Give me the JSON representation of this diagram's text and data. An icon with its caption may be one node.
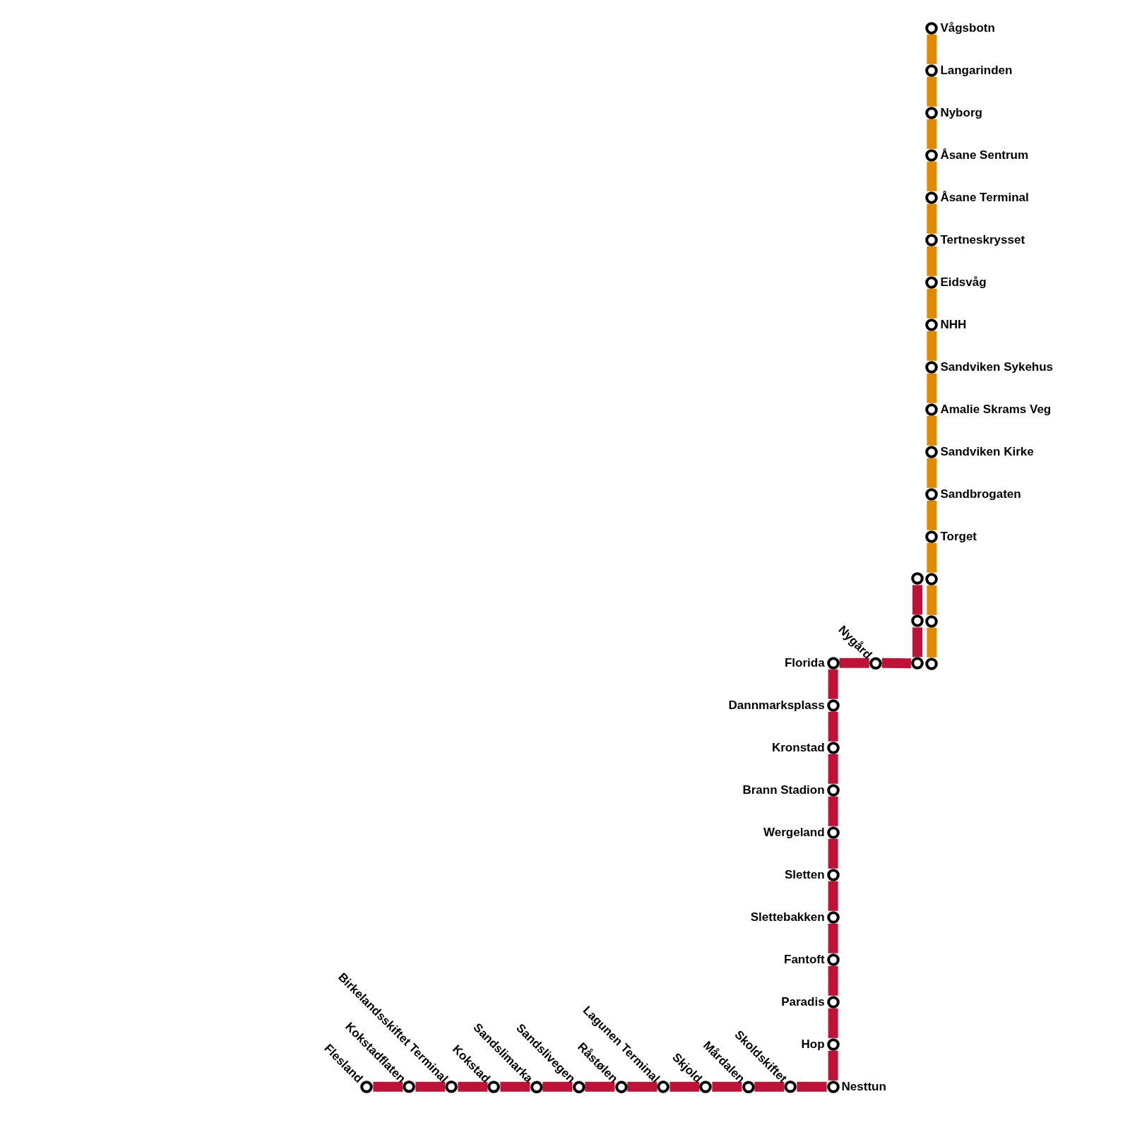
{
  "diagram": {
    "nodes": [
      {
        "text": [
          "Vågsbotn"
        ]
      },
      {
        "text": [
          "Langarinden"
        ]
      },
      {
        "text": [
          "Nyborg"
        ]
      },
      {
        "text": [
          "Åsane Sentrum"
        ]
      },
      {
        "text": [
          "Åsane Terminal"
        ]
      },
      {
        "text": [
          "Tertneskrysset"
        ]
      },
      {
        "text": [
          "Eidsvåg"
        ]
      },
      {
        "text": [
          "NHH"
        ]
      },
      {
        "text": [
          "Sandviken Sykehus"
        ]
      },
      {
        "text": [
          "Amalie Skrams Veg"
        ]
      },
      {
        "text": [
          "Sandviken Kirke"
        ]
      },
      {
        "text": [
          "Sandbrogaten"
        ]
      },
      {
        "text": [
          "Torget"
        ]
      },
      {
        "text": [],
        "shape": "circle"
      },
      {
        "text": [],
        "shape": "circle"
      },
      {
        "text": [],
        "shape": "circle"
      },
      {
        "text": [],
        "shape": "circle"
      },
      {
        "text": [],
        "shape": "circle"
      },
      {
        "text": [],
        "shape": "circle"
      },
      {
        "text": [
          "Nygård"
        ]
      },
      {
        "text": [
          "Florida"
        ]
      },
      {
        "text": [
          "Dannmarksplass"
        ]
      },
      {
        "text": [
          "Kronstad"
        ]
      },
      {
        "text": [
          "Brann Stadion"
        ]
      },
      {
        "text": [
          "Wergeland"
        ]
      },
      {
        "text": [
          "Sletten"
        ]
      },
      {
        "text": [
          "Slettebakken"
        ]
      },
      {
        "text": [
          "Fantoft"
        ]
      },
      {
        "text": [
          "Paradis"
        ]
      },
      {
        "text": [
          "Hop"
        ]
      },
      {
        "text": [
          "Nesttun"
        ]
      },
      {
        "text": [
          "Skoldskiftet"
        ]
      },
      {
        "text": [
          "Mårdalen"
        ]
      },
      {
        "text": [
          "Skjold"
        ]
      },
      {
        "text": [
          "Lagunen Terminal"
        ]
      },
      {
        "text": [
          "Råstølen"
        ]
      },
      {
        "text": [
          "Sandslivegen"
        ]
      },
      {
        "text": [
          "Sandslimarka"
        ]
      },
      {
        "text": [
          "Kokstad"
        ]
      },
      {
        "text": [
          "Birkelandsskiftet Terminal"
        ]
      },
      {
        "text": [
          "Kokstadflaten"
        ]
      },
      {
        "text": [
          "Flesland"
        ]
      }
    ],
    "edges": [
      {
        "from": 0,
        "to": 1,
        "arrow": "none",
        "color": "#e08a00"
      },
      {
        "from": 1,
        "to": 2,
        "arrow": "none",
        "color": "#e08a00"
      },
      {
        "from": 2,
        "to": 3,
        "arrow": "none",
        "color": "#e08a00"
      },
      {
        "from": 3,
        "to": 4,
        "arrow": "none",
        "color": "#e08a00"
      },
      {
        "from": 4,
        "to": 5,
        "arrow": "none",
        "color": "#e08a00"
      },
      {
        "from": 5,
        "to": 6,
        "arrow": "none",
        "color": "#e08a00"
      },
      {
        "from": 6,
        "to": 7,
        "arrow": "none",
        "color": "#e08a00"
      },
      {
        "from": 7,
        "to": 8,
        "arrow": "none",
        "color": "#e08a00"
      },
      {
        "from": 8,
        "to": 9,
        "arrow": "none",
        "color": "#e08a00"
      },
      {
        "from": 9,
        "to": 10,
        "arrow": "none",
        "color": "#e08a00"
      },
      {
        "from": 10,
        "to": 11,
        "arrow": "none",
        "color": "#e08a00"
      },
      {
        "from": 11,
        "to": 12,
        "arrow": "none",
        "color": "#e08a00"
      },
      {
        "from": 12,
        "to": 13,
        "arrow": "none",
        "color": "#e08a00"
      },
      {
        "from": 13,
        "to": 14,
        "arrow": "none",
        "color": "#e08a00"
      },
      {
        "from": 14,
        "to": 15,
        "arrow": "none",
        "color": "#e08a00"
      },
      {
        "from": 16,
        "to": 17,
        "arrow": "none"
      },
      {
        "from": 17,
        "to": 18,
        "arrow": "none"
      },
      {
        "from": 18,
        "to": 19,
        "arrow": "none"
      },
      {
        "from": 19,
        "to": 20,
        "arrow": "none"
      },
      {
        "from": 20,
        "to": 21,
        "arrow": "none"
      },
      {
        "from": 21,
        "to": 22,
        "arrow": "none"
      },
      {
        "from": 22,
        "to": 23,
        "arrow": "none"
      },
      {
        "from": 23,
        "to": 24,
        "arrow": "none"
      },
      {
        "from": 24,
        "to": 25,
        "arrow": "none"
      },
      {
        "from": 25,
        "to": 26,
        "arrow": "none"
      },
      {
        "from": 26,
        "to": 27,
        "arrow": "none"
      },
      {
        "from": 27,
        "to": 28,
        "arrow": "none"
      },
      {
        "from": 28,
        "to": 29,
        "arrow": "none"
      },
      {
        "from": 29,
        "to": 30,
        "arrow": "none"
      },
      {
        "from": 30,
        "to": 31,
        "arrow": "none"
      },
      {
        "from": 31,
        "to": 32,
        "arrow": "none"
      },
      {
        "from": 32,
        "to": 33,
        "arrow": "none"
      },
      {
        "from": 33,
        "to": 34,
        "arrow": "none"
      },
      {
        "from": 34,
        "to": 35,
        "arrow": "none"
      },
      {
        "from": 35,
        "to": 36,
        "arrow": "none"
      },
      {
        "from": 36,
        "to": 37,
        "arrow": "none"
      },
      {
        "from": 37,
        "to": 38,
        "arrow": "none"
      },
      {
        "from": 38,
        "to": 39,
        "arrow": "none"
      },
      {
        "from": 39,
        "to": 40,
        "arrow": "none"
      },
      {
        "from": 40,
        "to": 41,
        "arrow": "none"
      }
    ]
  }
}
